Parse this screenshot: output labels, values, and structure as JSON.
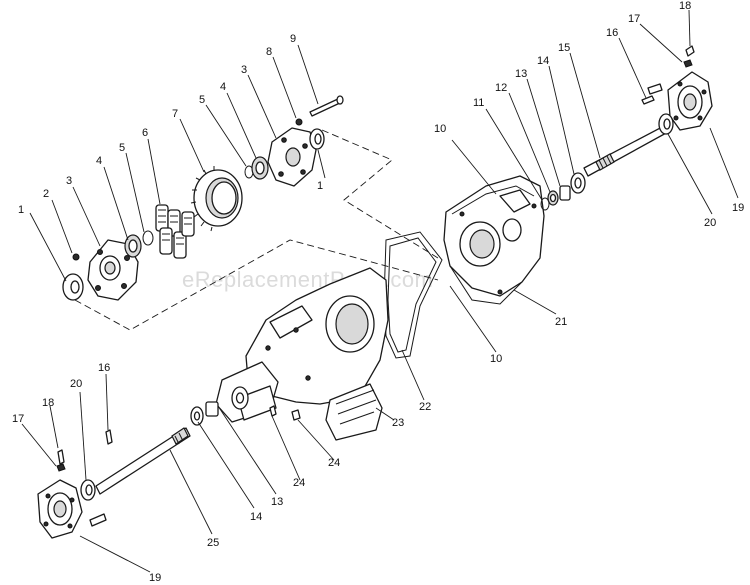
{
  "watermark": "eReplacementParts.com",
  "callouts": [
    {
      "label": "1"
    },
    {
      "label": "2"
    },
    {
      "label": "3"
    },
    {
      "label": "4"
    },
    {
      "label": "5"
    },
    {
      "label": "6"
    },
    {
      "label": "7"
    },
    {
      "label": "5"
    },
    {
      "label": "4"
    },
    {
      "label": "3"
    },
    {
      "label": "8"
    },
    {
      "label": "9"
    },
    {
      "label": "1"
    },
    {
      "label": "10"
    },
    {
      "label": "11"
    },
    {
      "label": "12"
    },
    {
      "label": "13"
    },
    {
      "label": "14"
    },
    {
      "label": "15"
    },
    {
      "label": "16"
    },
    {
      "label": "17"
    },
    {
      "label": "18"
    },
    {
      "label": "19"
    },
    {
      "label": "20"
    },
    {
      "label": "21"
    },
    {
      "label": "10"
    },
    {
      "label": "22"
    },
    {
      "label": "23"
    },
    {
      "label": "24"
    },
    {
      "label": "24"
    },
    {
      "label": "16"
    },
    {
      "label": "20"
    },
    {
      "label": "18"
    },
    {
      "label": "17"
    },
    {
      "label": "25"
    },
    {
      "label": "14"
    },
    {
      "label": "13"
    },
    {
      "label": "19"
    }
  ]
}
